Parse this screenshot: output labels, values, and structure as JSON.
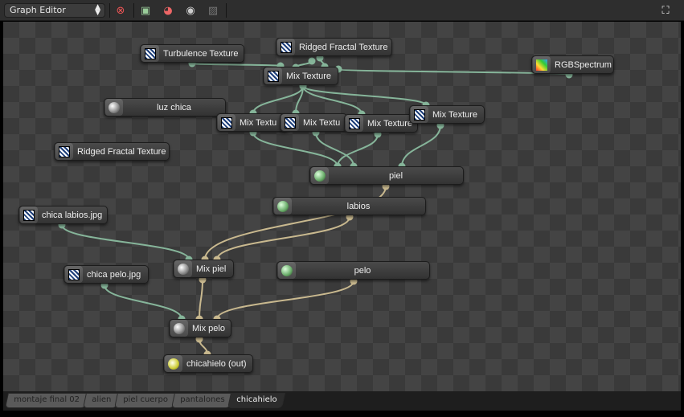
{
  "header": {
    "editor_type": "Graph Editor",
    "tools": [
      "cancel-render-icon",
      "render-image-icon",
      "material-preview-icon",
      "sphere-preview-icon",
      "texture-preview-icon"
    ],
    "fullscreen_icon": "fullscreen-icon"
  },
  "nodes": {
    "turbulence": "Turbulence Texture",
    "ridged_top": "Ridged Fractal Texture",
    "mix_top": "Mix Texture",
    "rgb": "RGBSpectrum",
    "luz": "luz chica",
    "mix_a": "Mix Textu",
    "mix_b": "Mix Textu",
    "mix_c": "Mix Texture",
    "mix_d": "Mix Texture",
    "ridged_left": "Ridged Fractal Texture",
    "piel": "piel",
    "labios": "labios",
    "chica_labios": "chica labios.jpg",
    "mix_piel": "Mix piel",
    "pelo": "pelo",
    "chica_pelo": "chica pelo.jpg",
    "mix_pelo": "Mix pelo",
    "out": "chicahielo (out)"
  },
  "tabs": [
    "montaje final 02",
    "alien",
    "piel cuerpo",
    "pantalones",
    "chicahielo"
  ],
  "active_tab": "chicahielo",
  "colors": {
    "link_green": "#86b59a",
    "link_tan": "#c9b98f",
    "socket_blue": "#8a96c8",
    "socket_yellow": "#c8b42a",
    "socket_pink": "#b887b8"
  }
}
